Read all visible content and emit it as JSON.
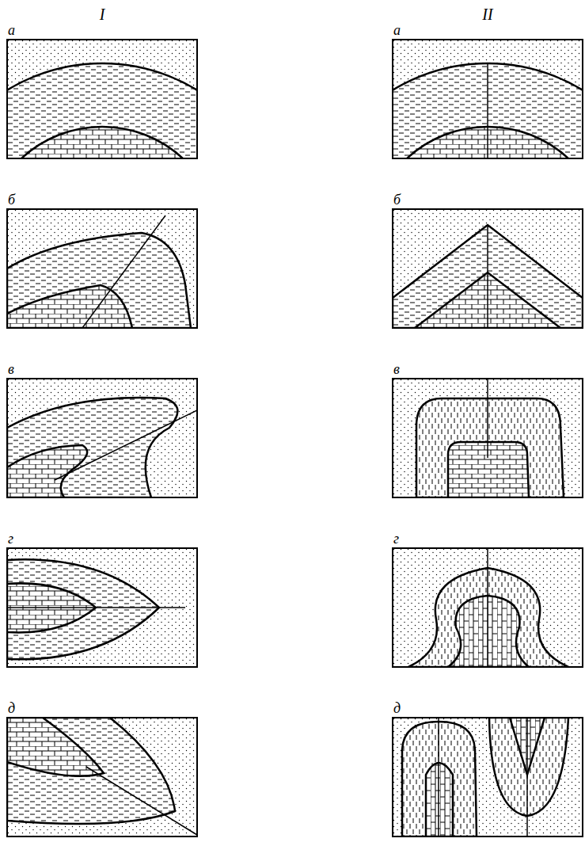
{
  "diagram": {
    "labels": [
      "I",
      "II",
      "а",
      "а",
      "б",
      "б",
      "в",
      "в",
      "г",
      "г",
      "д",
      "д"
    ]
  }
}
